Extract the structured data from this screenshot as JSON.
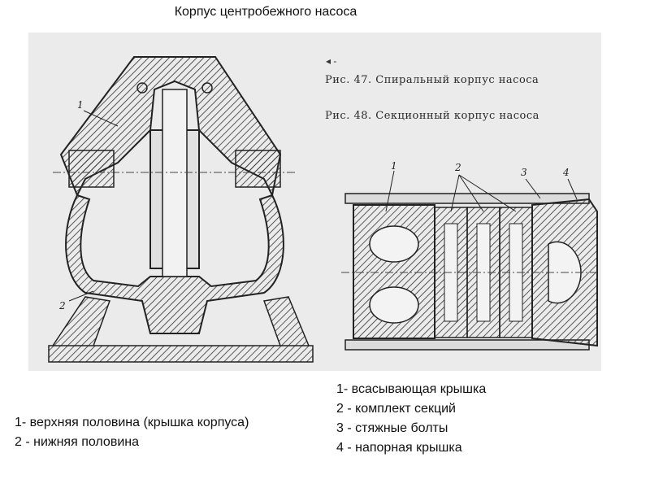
{
  "title": "Корпус центробежного насоса",
  "figure": {
    "arrow_mark": "◂ -",
    "caption_47": "Рис. 47. Спиральный корпус насоса",
    "caption_48": "Рис. 48. Секционный корпус насоса",
    "left_callouts": [
      "1",
      "2"
    ],
    "right_callouts": [
      "1",
      "2",
      "3",
      "4"
    ]
  },
  "legend_left": [
    "1- верхняя половина (крышка корпуса)",
    "2 - нижняя половина"
  ],
  "legend_right": [
    "1- всасывающая крышка",
    "2 - комплект секций",
    "3 - стяжные болты",
    "4 - напорная крышка"
  ]
}
